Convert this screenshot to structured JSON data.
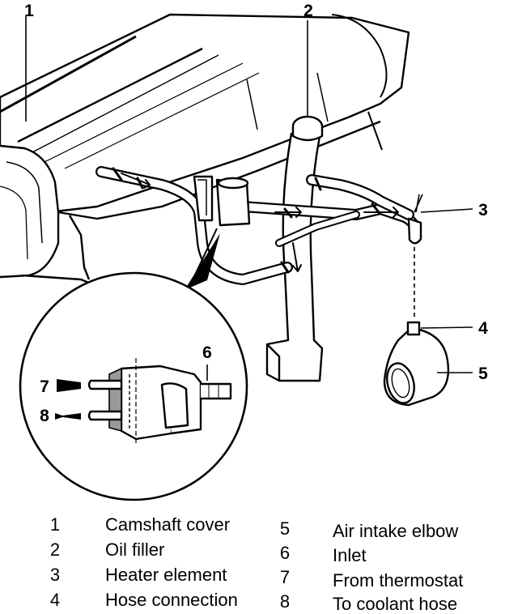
{
  "callouts": {
    "c1": "1",
    "c2": "2",
    "c3": "3",
    "c4": "4",
    "c5": "5",
    "c6": "6",
    "c7": "7",
    "c8": "8"
  },
  "legend": [
    {
      "num": "1",
      "label": "Camshaft cover"
    },
    {
      "num": "2",
      "label": "Oil filler"
    },
    {
      "num": "3",
      "label": "Heater element"
    },
    {
      "num": "4",
      "label": "Hose connection"
    },
    {
      "num": "5",
      "label": "Air intake elbow"
    },
    {
      "num": "6",
      "label": "Inlet"
    },
    {
      "num": "7",
      "label": "From thermostat"
    },
    {
      "num": "8",
      "label": "To coolant hose"
    }
  ],
  "colors": {
    "ink": "#000000",
    "paper": "#ffffff",
    "shade": "#9a9a9a"
  }
}
